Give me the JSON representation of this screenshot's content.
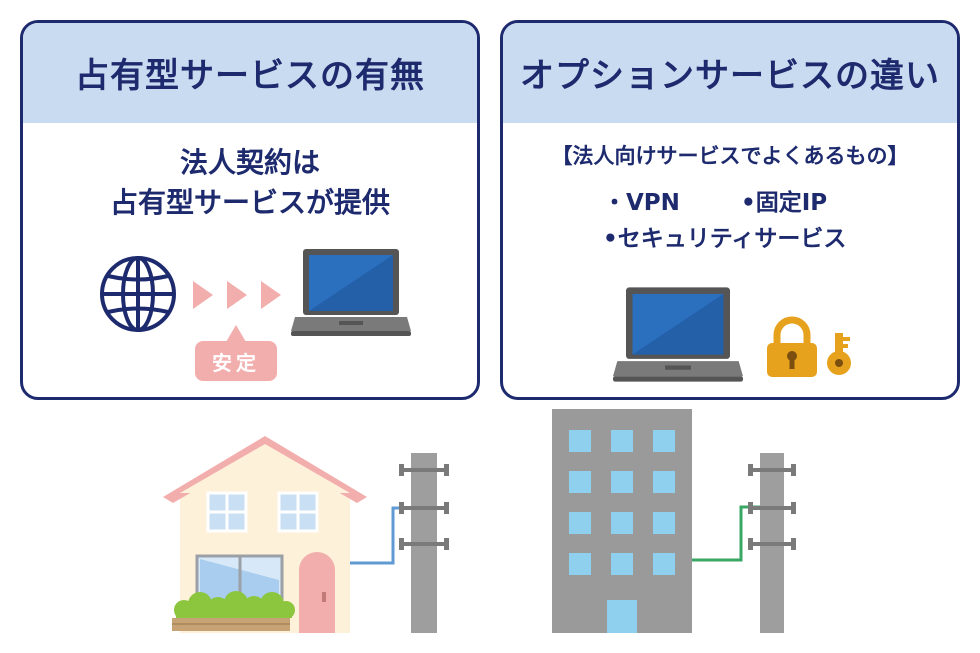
{
  "left_panel": {
    "title": "占有型サービスの有無",
    "desc_line1": "法人契約は",
    "desc_line2": "占有型サービスが提供",
    "badge": "安定"
  },
  "right_panel": {
    "title": "オプションサービスの違い",
    "heading": "【法人向けサービスでよくあるもの】",
    "features": [
      "・VPN",
      "•固定IP",
      "•セキュリティサービス"
    ]
  },
  "colors": {
    "navy": "#1d2a6e",
    "header_bg": "#c9dbf0",
    "badge_pink": "#f2aeac",
    "lock_orange": "#e7a21d",
    "home_line_blue": "#5f9ad2",
    "office_line_green": "#3aa764",
    "pole_gray": "#9e9e9e",
    "building_gray": "#9a9a9a",
    "window_blue": "#8fd0ef"
  },
  "icons": [
    "globe-icon",
    "arrow-right-icon",
    "laptop-icon",
    "padlock-icon",
    "key-icon"
  ]
}
